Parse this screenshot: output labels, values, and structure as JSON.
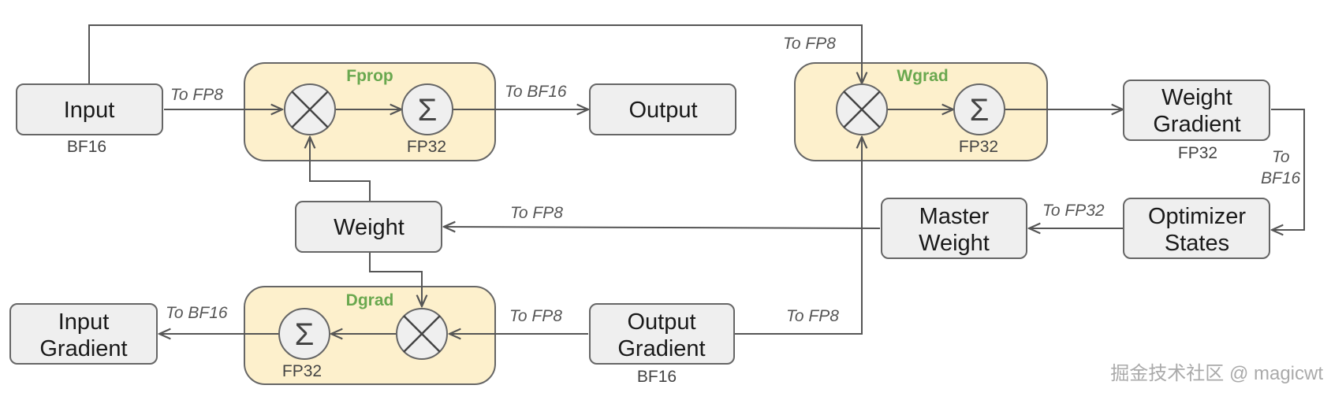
{
  "groups": {
    "fprop": "Fprop",
    "wgrad": "Wgrad",
    "dgrad": "Dgrad"
  },
  "nodes": {
    "input": "Input",
    "output": "Output",
    "weight": "Weight",
    "weight_gradient": [
      "Weight",
      "Gradient"
    ],
    "master_weight": [
      "Master",
      "Weight"
    ],
    "optimizer_states": [
      "Optimizer",
      "States"
    ],
    "input_gradient": [
      "Input",
      "Gradient"
    ],
    "output_gradient": [
      "Output",
      "Gradient"
    ]
  },
  "dtypes": {
    "input": "BF16",
    "output_gradient": "BF16",
    "weight_gradient": "FP32",
    "fprop_sum": "FP32",
    "wgrad_sum": "FP32",
    "dgrad_sum": "FP32"
  },
  "edge_labels": {
    "input_to_fprop": "To FP8",
    "fprop_to_output": "To BF16",
    "input_to_wgrad": "To FP8",
    "wgrad_grad_to_optimizer": [
      "To",
      "BF16"
    ],
    "optimizer_to_master": "To FP32",
    "master_to_weight": "To FP8",
    "outgrad_to_dgrad": "To FP8",
    "outgrad_to_wgrad": "To FP8",
    "dgrad_to_input_gradient": "To BF16"
  },
  "symbols": {
    "sum": "Σ"
  },
  "watermark": "掘金技术社区 @ magicwt",
  "colors": {
    "group_fill": "#fdf0cc",
    "group_stroke": "#666666",
    "node_fill": "#efefef",
    "node_stroke": "#666666",
    "edge": "#555555",
    "group_title": "#6aa84f"
  }
}
